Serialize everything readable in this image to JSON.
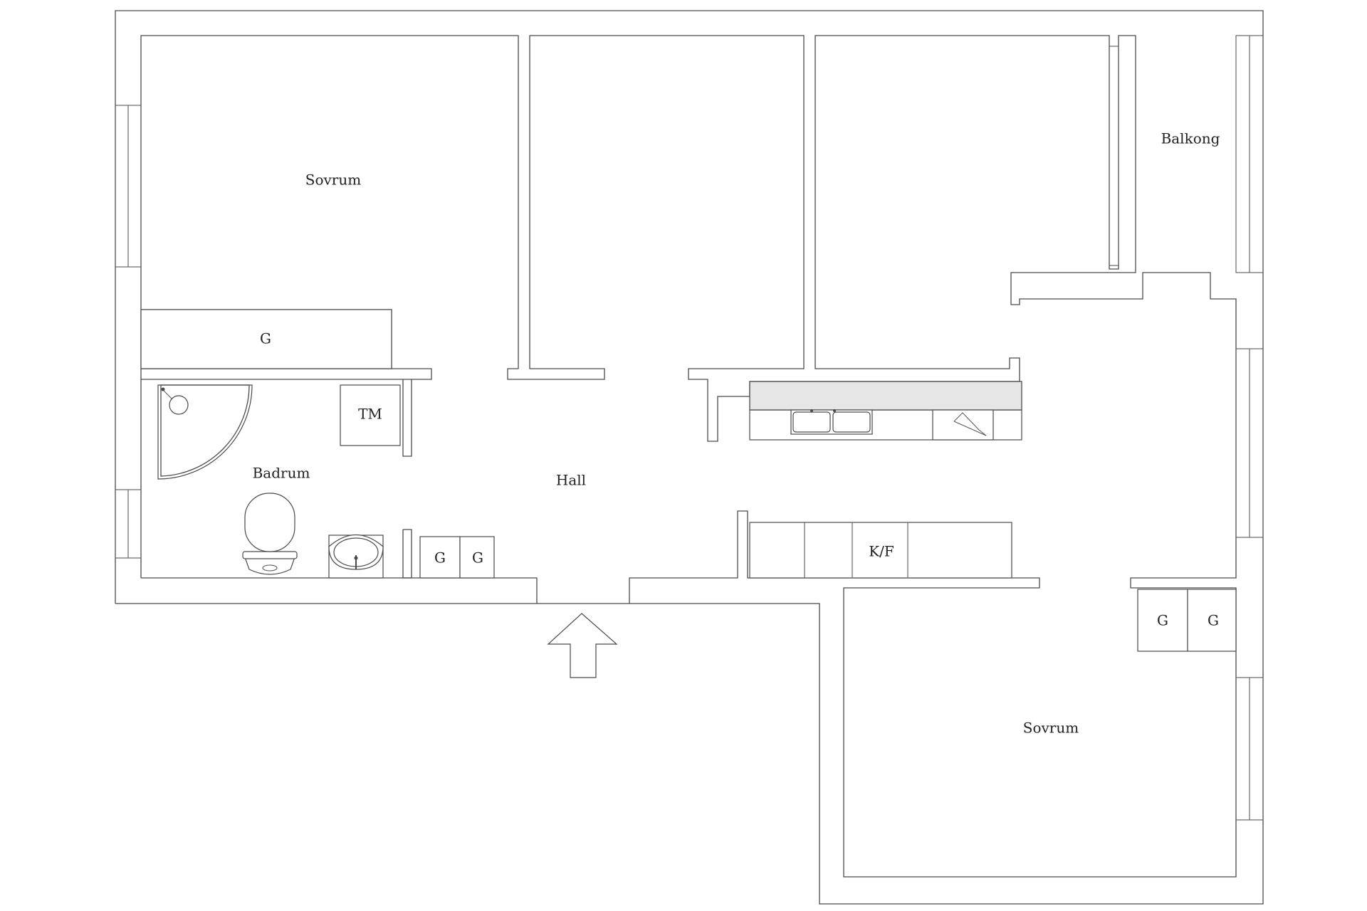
{
  "rooms": {
    "sovrum_top": "Sovrum",
    "balkong": "Balkong",
    "hall": "Hall",
    "badrum": "Badrum",
    "kitchen": "K/F",
    "sovrum_bottom": "Sovrum"
  },
  "fixtures": {
    "wardrobe_top": "G",
    "washing_machine": "TM",
    "hall_wardrobe_1": "G",
    "hall_wardrobe_2": "G",
    "bedroom_wardrobe_1": "G",
    "bedroom_wardrobe_2": "G"
  },
  "icons": {
    "entrance": "arrow-up-icon",
    "toilet": "toilet-icon",
    "sink": "sink-icon",
    "shower": "shower-icon",
    "kitchen_sink": "double-sink-icon",
    "stove": "stove-icon"
  }
}
